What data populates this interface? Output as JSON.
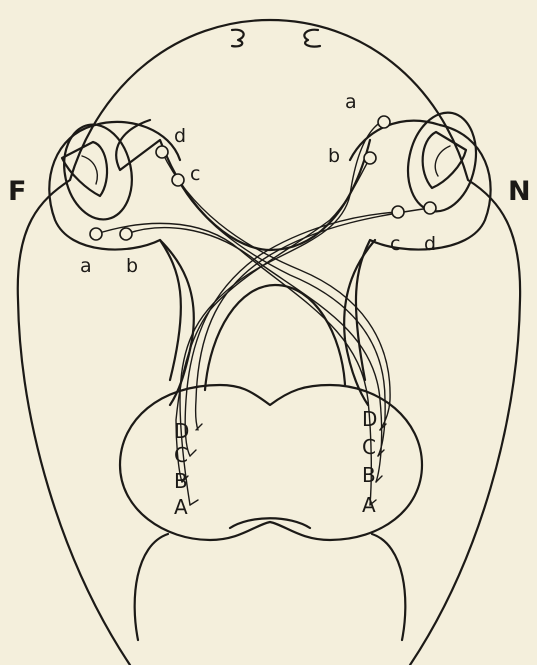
{
  "figure": {
    "side_labels": {
      "left": "F",
      "right": "N"
    },
    "left_eye_labels": [
      "a",
      "b",
      "c",
      "d"
    ],
    "right_eye_labels": [
      "a",
      "b",
      "c",
      "d"
    ],
    "left_tectum_labels": [
      "D",
      "C",
      "B",
      "A"
    ],
    "right_tectum_labels": [
      "D",
      "C",
      "B",
      "A"
    ]
  }
}
